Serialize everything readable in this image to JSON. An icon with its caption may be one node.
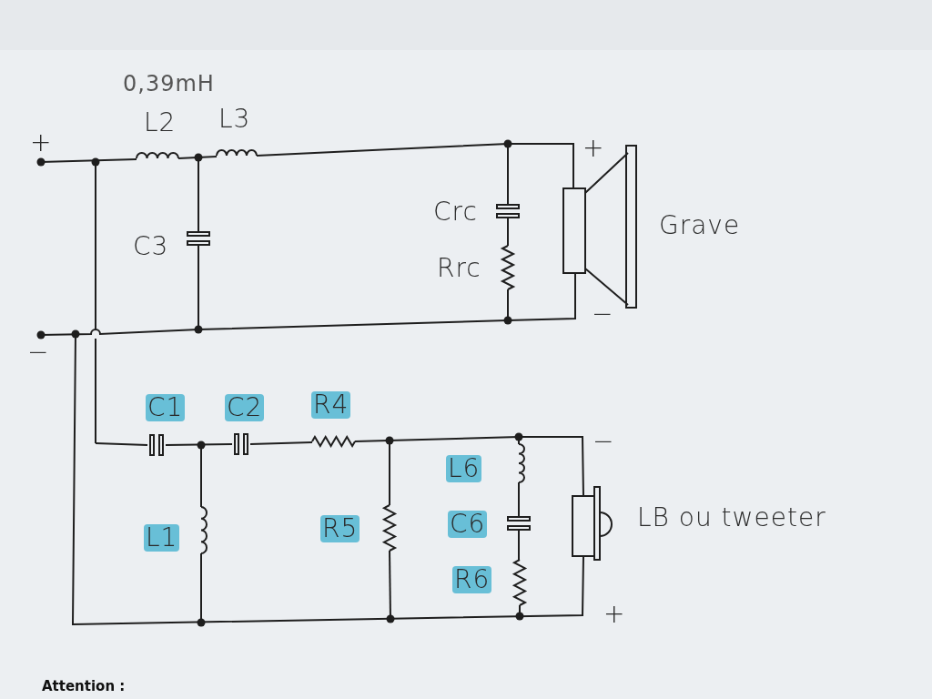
{
  "diagram": {
    "labels": [
      "0,39mH",
      "+",
      "L2",
      "L3",
      "+",
      "Crc",
      "C3",
      "Grave",
      "Rrc",
      "−",
      "−",
      "C1",
      "C2",
      "R4",
      "−",
      "L6",
      "L1",
      "R5",
      "C6",
      "LB ou tweeter",
      "R6",
      "+",
      "Attention :"
    ]
  }
}
